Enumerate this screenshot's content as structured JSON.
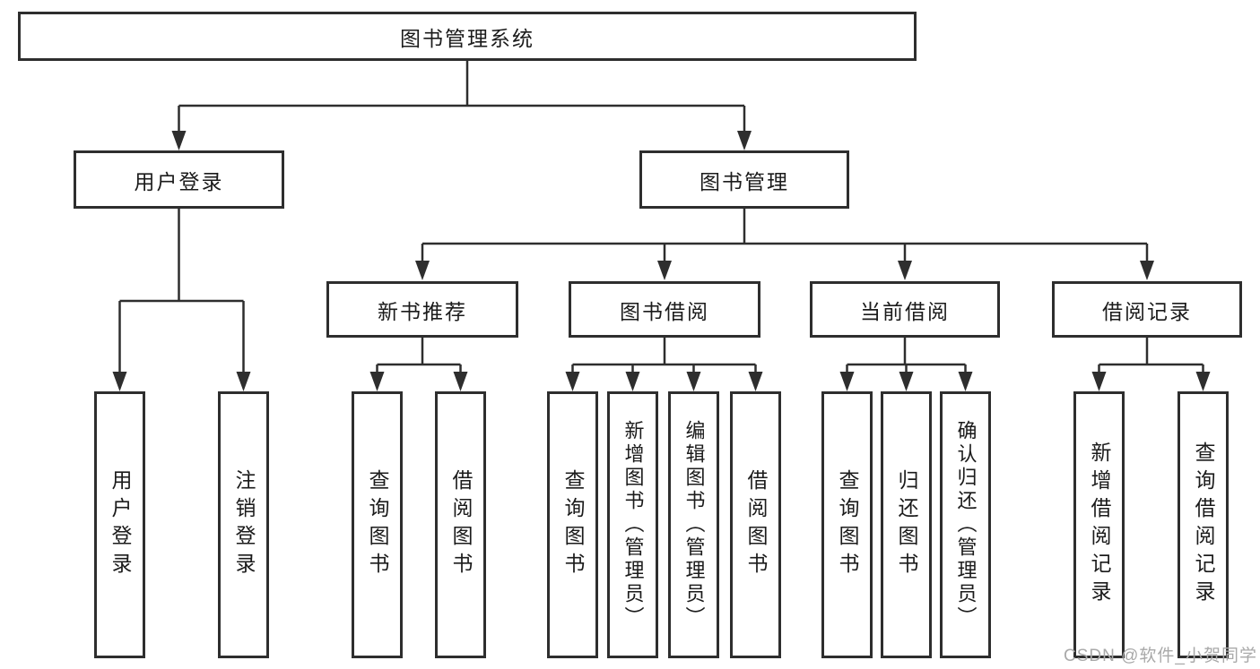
{
  "diagram": {
    "root": {
      "label": "图书管理系统"
    },
    "branches": [
      {
        "label": "用户登录",
        "children": [
          {
            "label": "用户登录"
          },
          {
            "label": "注销登录"
          }
        ]
      },
      {
        "label": "图书管理",
        "children": [
          {
            "label": "新书推荐",
            "children": [
              {
                "label": "查询图书"
              },
              {
                "label": "借阅图书"
              }
            ]
          },
          {
            "label": "图书借阅",
            "children": [
              {
                "label": "查询图书"
              },
              {
                "label": "新增图书（管理员）"
              },
              {
                "label": "编辑图书（管理员）"
              },
              {
                "label": "借阅图书"
              }
            ]
          },
          {
            "label": "当前借阅",
            "children": [
              {
                "label": "查询图书"
              },
              {
                "label": "归还图书"
              },
              {
                "label": "确认归还（管理员）"
              }
            ]
          },
          {
            "label": "借阅记录",
            "children": [
              {
                "label": "新增借阅记录"
              },
              {
                "label": "查询借阅记录"
              }
            ]
          }
        ]
      }
    ]
  },
  "watermark": {
    "text": "CSDN @软件_小贺同学"
  },
  "colors": {
    "line": "#2e2e2e",
    "box_border": "#2e2e2e",
    "text": "#1b1b1b",
    "watermark": "#a9a9a9",
    "background": "#ffffff"
  }
}
